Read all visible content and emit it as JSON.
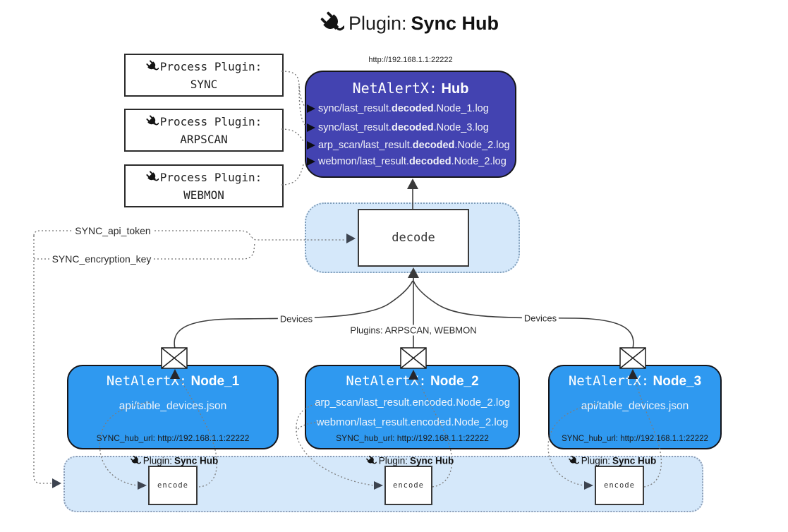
{
  "title": {
    "prefix": "Plugin:",
    "name": "Sync Hub"
  },
  "hub": {
    "url": "http://192.168.1.1:22222",
    "name_prefix": "NetAlertX:",
    "name": "Hub",
    "files": [
      {
        "pre": "sync/last_result.",
        "bold": "decoded",
        "post": ".Node_1.log"
      },
      {
        "pre": "sync/last_result.",
        "bold": "decoded",
        "post": ".Node_3.log"
      },
      {
        "pre": "arp_scan/last_result.",
        "bold": "decoded",
        "post": ".Node_2.log"
      },
      {
        "pre": "webmon/last_result.",
        "bold": "decoded",
        "post": ".Node_2.log"
      }
    ]
  },
  "process_plugins": [
    {
      "label": "Process Plugin:",
      "name": "SYNC"
    },
    {
      "label": "Process Plugin:",
      "name": "ARPSCAN"
    },
    {
      "label": "Process Plugin:",
      "name": "WEBMON"
    }
  ],
  "decode": {
    "label": "decode"
  },
  "config": {
    "api_token": "SYNC_api_token",
    "encryption_key": "SYNC_encryption_key"
  },
  "edge_labels": {
    "devices_left": "Devices",
    "plugins_center": "Plugins: ARPSCAN, WEBMON",
    "devices_right": "Devices"
  },
  "nodes": [
    {
      "name_prefix": "NetAlertX:",
      "name": "Node_1",
      "files": [
        "api/table_devices.json"
      ],
      "hub_url": "SYNC_hub_url: http://192.168.1.1:22222"
    },
    {
      "name_prefix": "NetAlertX:",
      "name": "Node_2",
      "files": [
        "arp_scan/last_result.encoded.Node_2.log",
        "webmon/last_result.encoded.Node_2.log"
      ],
      "hub_url": "SYNC_hub_url: http://192.168.1.1:22222"
    },
    {
      "name_prefix": "NetAlertX:",
      "name": "Node_3",
      "files": [
        "api/table_devices.json"
      ],
      "hub_url": "SYNC_hub_url: http://192.168.1.1:22222"
    }
  ],
  "encoders": [
    {
      "plugin_prefix": "Plugin:",
      "plugin_name": "Sync Hub",
      "label": "encode"
    },
    {
      "plugin_prefix": "Plugin:",
      "plugin_name": "Sync Hub",
      "label": "encode"
    },
    {
      "plugin_prefix": "Plugin:",
      "plugin_name": "Sync Hub",
      "label": "encode"
    }
  ],
  "colors": {
    "hub_fill": "#4343b1",
    "node_fill": "#2f99f0",
    "container_fill": "#d5e8fa",
    "container_border": "#7f9db9",
    "text_on_blue": "#ffffff",
    "line": "#3d3d3d"
  }
}
